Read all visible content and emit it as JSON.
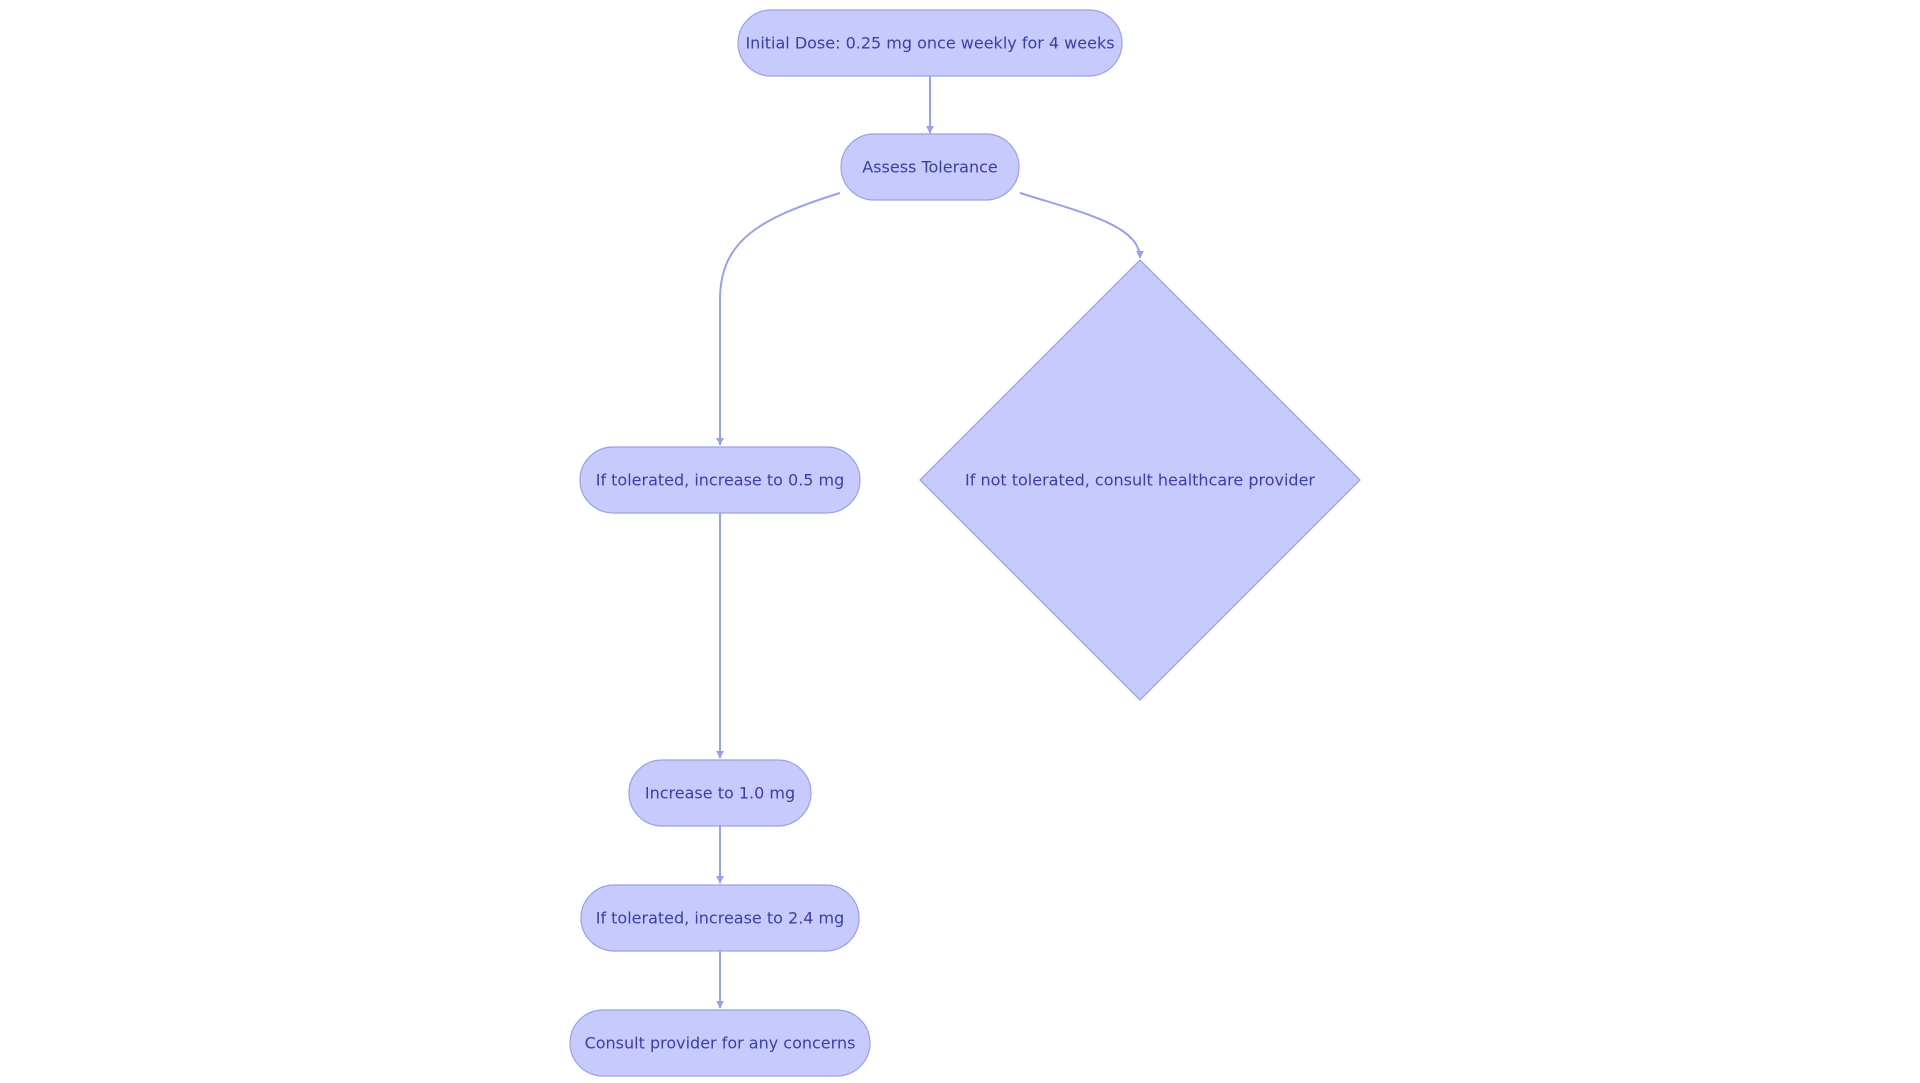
{
  "diagram": {
    "type": "flowchart",
    "colors": {
      "node_fill": "#c6cafd",
      "node_stroke": "#9aa0ea",
      "edge": "#9aa0ea",
      "text": "#3a3ea8",
      "background": "#ffffff"
    },
    "nodes": [
      {
        "id": "initial",
        "shape": "rounded",
        "label": "Initial Dose: 0.25 mg once weekly for 4 weeks"
      },
      {
        "id": "assess",
        "shape": "rounded",
        "label": "Assess Tolerance"
      },
      {
        "id": "tolerated_05",
        "shape": "rounded",
        "label": "If tolerated, increase to 0.5 mg"
      },
      {
        "id": "not_tolerated",
        "shape": "diamond",
        "label": "If not tolerated, consult healthcare provider"
      },
      {
        "id": "increase_10",
        "shape": "rounded",
        "label": "Increase to 1.0 mg"
      },
      {
        "id": "tolerated_24",
        "shape": "rounded",
        "label": "If tolerated, increase to 2.4 mg"
      },
      {
        "id": "consult",
        "shape": "rounded",
        "label": "Consult provider for any concerns"
      }
    ],
    "edges": [
      {
        "from": "initial",
        "to": "assess"
      },
      {
        "from": "assess",
        "to": "tolerated_05"
      },
      {
        "from": "assess",
        "to": "not_tolerated"
      },
      {
        "from": "tolerated_05",
        "to": "increase_10"
      },
      {
        "from": "increase_10",
        "to": "tolerated_24"
      },
      {
        "from": "tolerated_24",
        "to": "consult"
      }
    ]
  }
}
